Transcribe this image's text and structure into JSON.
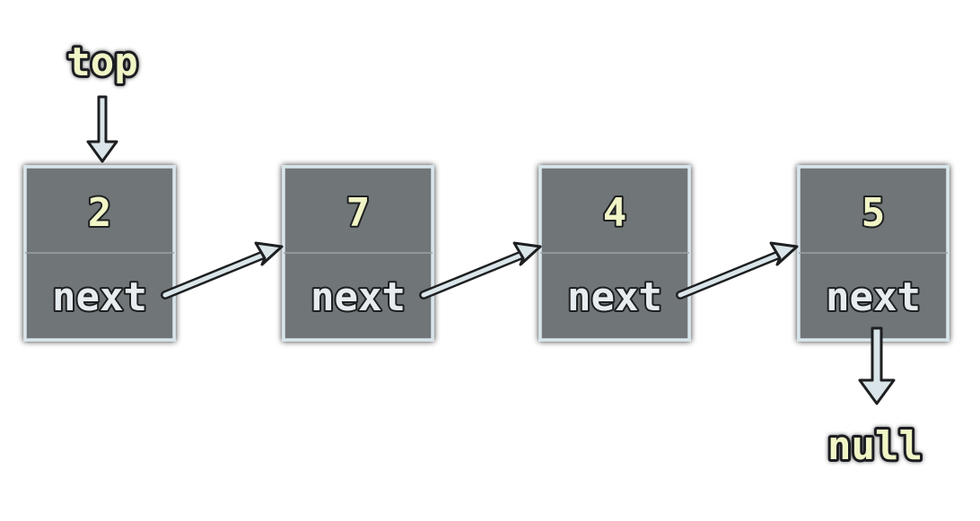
{
  "top_label": "top",
  "null_label": "null",
  "nodes": [
    {
      "value": "2",
      "field": "next"
    },
    {
      "value": "7",
      "field": "next"
    },
    {
      "value": "4",
      "field": "next"
    },
    {
      "value": "5",
      "field": "next"
    }
  ],
  "colors": {
    "node_fill": "#6f7578",
    "node_border": "#d8e6ec",
    "label_fill": "#f1f5c6",
    "text_stroke": "#1d1f20",
    "arrow_fill": "#dae5ea",
    "arrow_outline": "#1d1f20"
  }
}
